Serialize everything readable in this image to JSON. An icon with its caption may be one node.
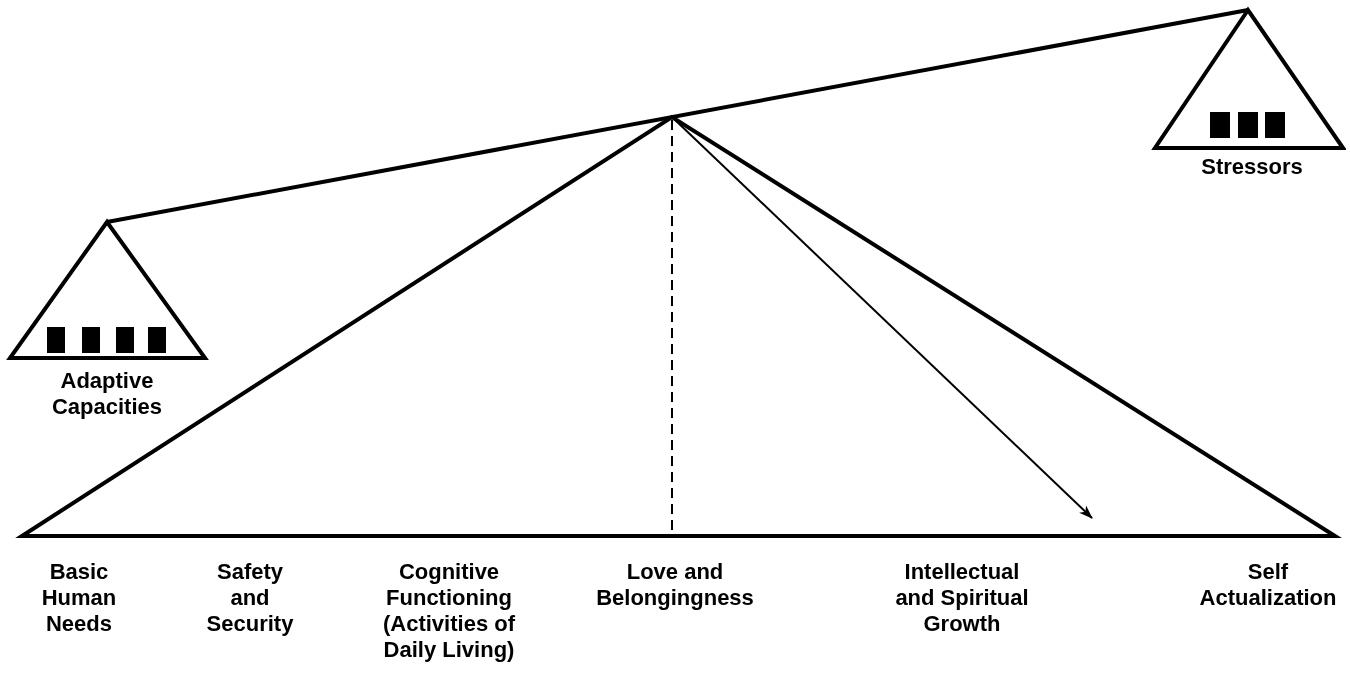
{
  "diagram": {
    "nodes": [
      {
        "text": [
          "Adaptive Capacities"
        ]
      },
      {
        "text": [
          "Stressors"
        ]
      }
    ],
    "edges": [
      {
        "from": 0,
        "to": 1,
        "arrow": "none"
      }
    ],
    "labels": [
      "Basic Human Needs",
      "Safety and Security",
      "Cognitive Functioning (Activities of Daily Living)",
      "Love and Belongingness",
      "Intellectual and Spiritual Growth",
      "Self Actualization"
    ]
  }
}
